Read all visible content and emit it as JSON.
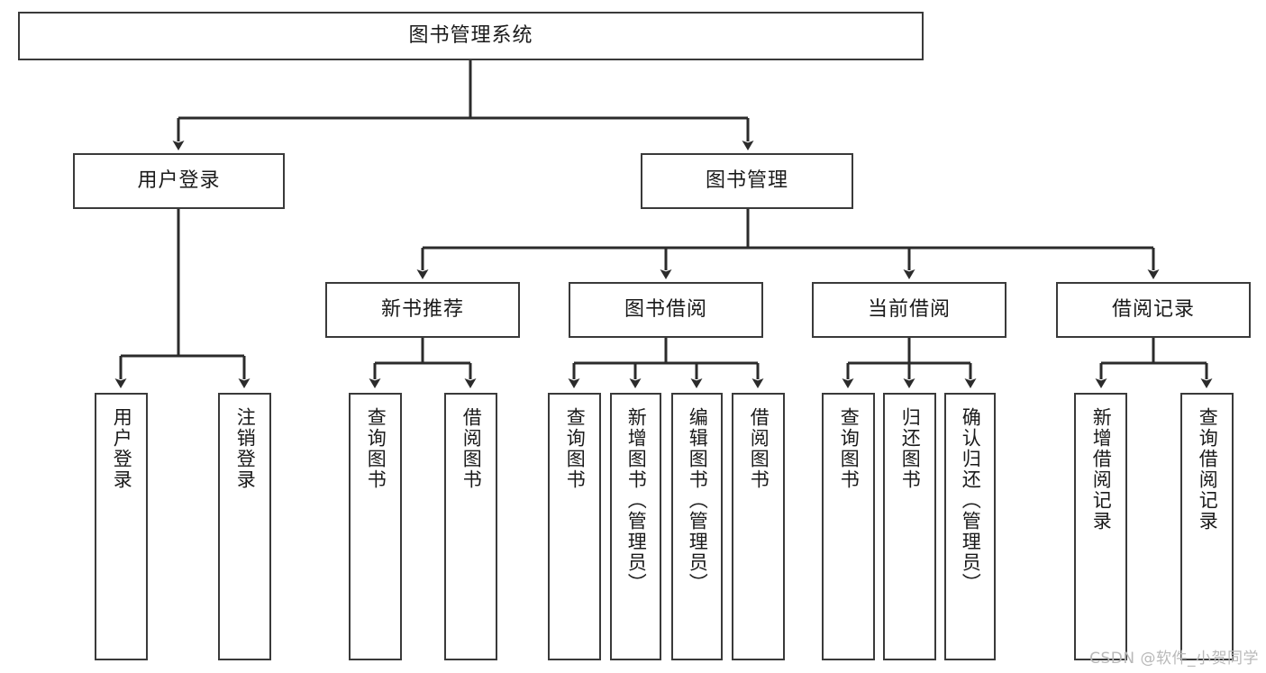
{
  "diagram": {
    "type": "tree-hierarchy-chart",
    "title": "图书管理系统",
    "watermark": "CSDN @软件_小贺同学",
    "colors": {
      "box_border": "#3a3a3a",
      "box_fill": "#ffffff",
      "connector": "#2b2b2b",
      "text": "#1a1a1a",
      "watermark": "#b9b9b9",
      "background": "#ffffff"
    },
    "nodes": {
      "root": {
        "label": "图书管理系统",
        "orientation": "horizontal"
      },
      "level1": [
        {
          "id": "user-login",
          "label": "用户登录",
          "orientation": "horizontal"
        },
        {
          "id": "book-management",
          "label": "图书管理",
          "orientation": "horizontal"
        }
      ],
      "level2": [
        {
          "id": "new-book-recommend",
          "label": "新书推荐",
          "orientation": "horizontal"
        },
        {
          "id": "book-borrow",
          "label": "图书借阅",
          "orientation": "horizontal"
        },
        {
          "id": "current-borrow",
          "label": "当前借阅",
          "orientation": "horizontal"
        },
        {
          "id": "borrow-record",
          "label": "借阅记录",
          "orientation": "horizontal"
        }
      ],
      "leaves": {
        "user-login": [
          {
            "id": "leaf-user-login",
            "label": "用户登录",
            "orientation": "vertical"
          },
          {
            "id": "leaf-logout-login",
            "label": "注销登录",
            "orientation": "vertical"
          }
        ],
        "new-book-recommend": [
          {
            "id": "leaf-query-book-1",
            "label": "查询图书",
            "orientation": "vertical"
          },
          {
            "id": "leaf-borrow-book-1",
            "label": "借阅图书",
            "orientation": "vertical"
          }
        ],
        "book-borrow": [
          {
            "id": "leaf-query-book-2",
            "label": "查询图书",
            "orientation": "vertical"
          },
          {
            "id": "leaf-add-book",
            "label": "新增图书（管理员）",
            "orientation": "vertical"
          },
          {
            "id": "leaf-edit-book",
            "label": "编辑图书（管理员）",
            "orientation": "vertical"
          },
          {
            "id": "leaf-borrow-book-2",
            "label": "借阅图书",
            "orientation": "vertical"
          }
        ],
        "current-borrow": [
          {
            "id": "leaf-query-book-3",
            "label": "查询图书",
            "orientation": "vertical"
          },
          {
            "id": "leaf-return-book",
            "label": "归还图书",
            "orientation": "vertical"
          },
          {
            "id": "leaf-confirm-return",
            "label": "确认归还（管理员）",
            "orientation": "vertical"
          }
        ],
        "borrow-record": [
          {
            "id": "leaf-add-record",
            "label": "新增借阅记录",
            "orientation": "vertical"
          },
          {
            "id": "leaf-query-record",
            "label": "查询借阅记录",
            "orientation": "vertical"
          }
        ]
      }
    }
  }
}
